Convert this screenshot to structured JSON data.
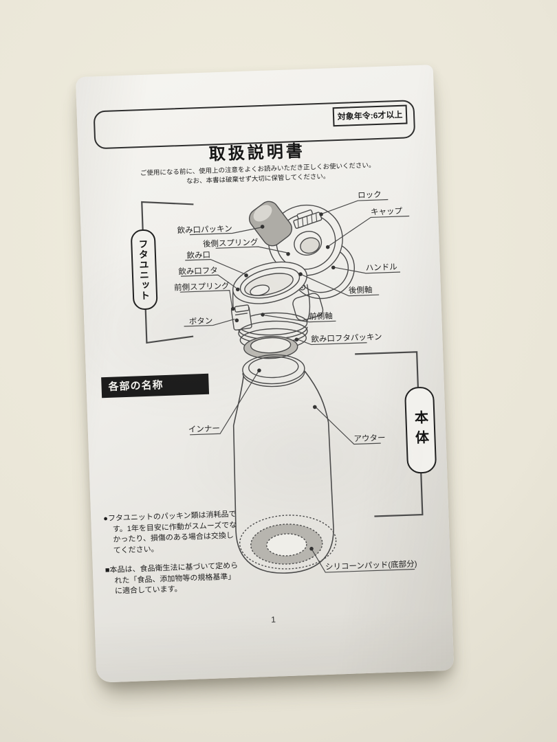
{
  "page": {
    "badge": "対象年令:6才以上",
    "title": "取扱説明書",
    "subtitle_line1": "ご使用になる前に、使用上の注意をよくお読みいただき正しくお使いください。",
    "subtitle_line2": "なお、本書は破棄せず大切に保管してください。",
    "section_heading": "各部の名称",
    "page_number": "1"
  },
  "diagram": {
    "group_left": "フタユニット",
    "group_right": "本体",
    "labels": {
      "lock": "ロック",
      "cap": "キャップ",
      "spout_packing": "飲み口パッキン",
      "rear_spring": "後側スプリング",
      "spout": "飲み口",
      "spout_lid": "飲み口フタ",
      "front_spring": "前側スプリング",
      "button": "ボタン",
      "handle": "ハンドル",
      "rear_shaft": "後側軸",
      "front_shaft": "前側軸",
      "spout_lid_packing": "飲み口フタパッキン",
      "inner": "インナー",
      "outer": "アウター",
      "silicone_pad": "シリコーンパッド(底部分)"
    }
  },
  "notes": [
    {
      "bullet": "●",
      "text": "フタユニットのパッキン類は消耗品です。1年を目安に作動がスムーズでなかったり、損傷のある場合は交換してください。"
    },
    {
      "bullet": "■",
      "text": "本品は、食品衛生法に基づいて定められた「食品、添加物等の規格基準」に適合しています。"
    }
  ]
}
